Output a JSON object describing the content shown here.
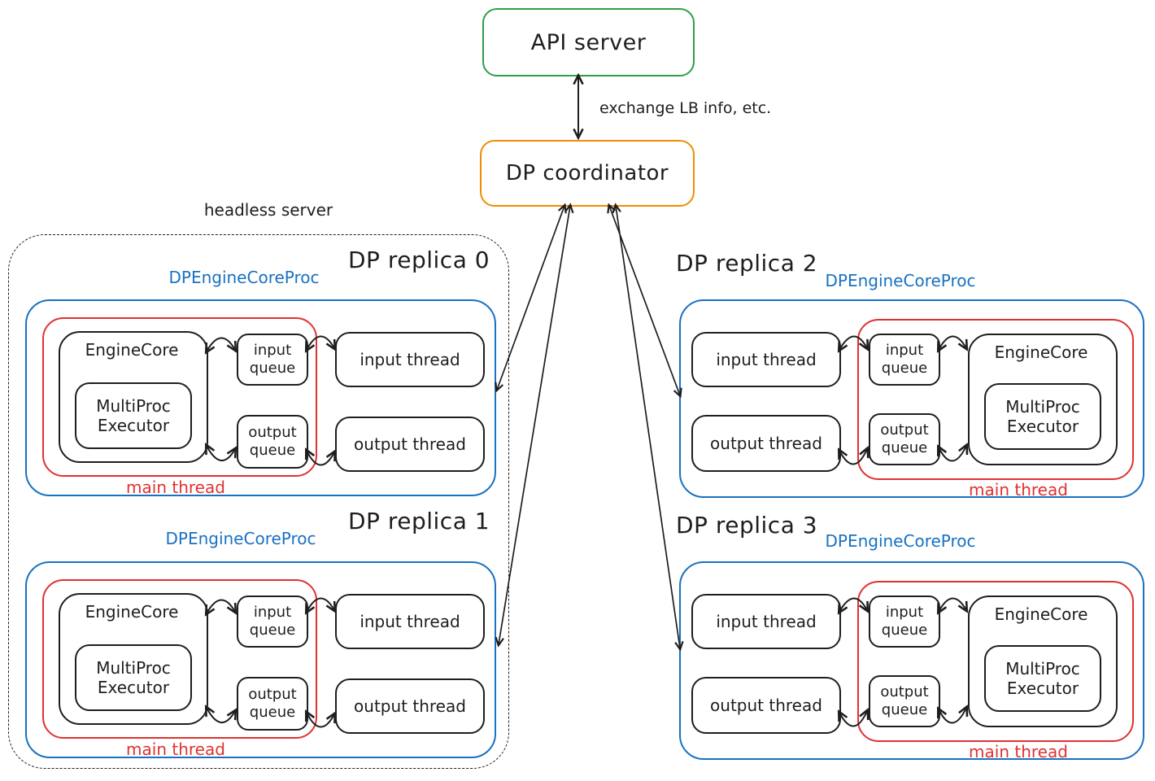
{
  "top": {
    "api_server": "API server",
    "coordinator": "DP coordinator",
    "exchange_label": "exchange LB info, etc."
  },
  "headless": {
    "label": "headless server"
  },
  "labels": {
    "proc": "DPEngineCoreProc",
    "engine_core": "EngineCore",
    "executor": "MultiProc Executor",
    "input_queue": "input queue",
    "output_queue": "output queue",
    "input_thread": "input thread",
    "output_thread": "output thread",
    "main_thread": "main thread"
  },
  "replicas": [
    {
      "title": "DP replica 0"
    },
    {
      "title": "DP replica 1"
    },
    {
      "title": "DP replica 2"
    },
    {
      "title": "DP replica 3"
    }
  ],
  "colors": {
    "api_server_border": "#2f9e44",
    "coordinator_border": "#f08c00",
    "process_border": "#1971c2",
    "main_thread_border": "#e03131",
    "ink": "#1e1e1e"
  }
}
